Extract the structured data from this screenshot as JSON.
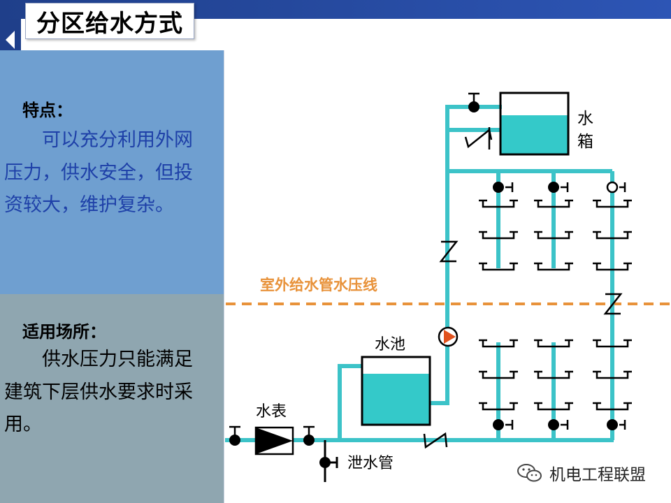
{
  "header": {
    "title": "分区给水方式"
  },
  "features": {
    "heading": "特点：",
    "text": "可以充分利用外网压力，供水安全，但投资较大，维护复杂。"
  },
  "applicable": {
    "heading": "适用场所：",
    "text": "供水压力只能满足建筑下层供水要求时采用。"
  },
  "diagram": {
    "pressure_line_label": "室外给水管水压线",
    "tank_label_1": "水",
    "tank_label_2": "箱",
    "pool_label": "水池",
    "meter_label": "水表",
    "drain_label": "泄水管"
  },
  "watermark": {
    "text": "机电工程联盟"
  },
  "colors": {
    "pipe": "#3cc3c8",
    "water": "#34c9c9",
    "pressure_line": "#e8923a",
    "feature_text": "#1e40a8"
  }
}
